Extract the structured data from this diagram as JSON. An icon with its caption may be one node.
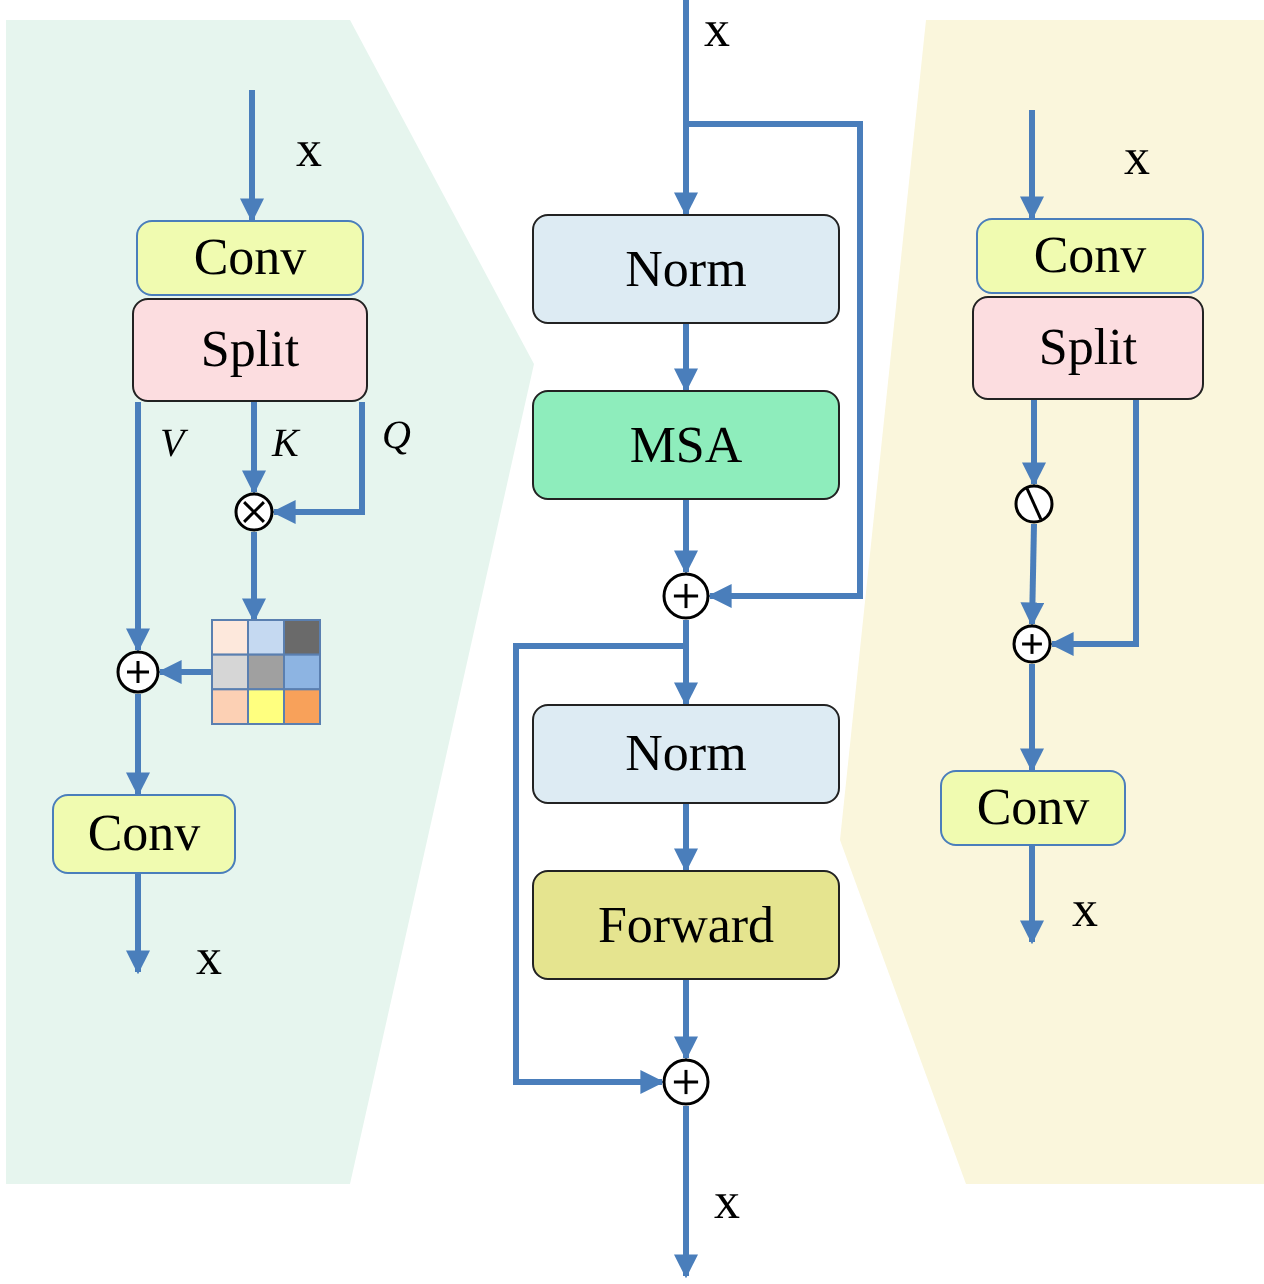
{
  "diagram": {
    "nodes": [
      {
        "text": [],
        "shape": "band"
      },
      {
        "text": [
          "Conv"
        ],
        "in": 0
      },
      {
        "text": [
          "Split"
        ],
        "in": 0
      },
      {
        "text": [],
        "shape": "circle",
        "in": 0
      },
      {
        "text": [],
        "shape": "grid",
        "in": 0
      },
      {
        "text": [],
        "shape": "circle",
        "in": 0
      },
      {
        "text": [
          "Conv"
        ],
        "in": 0
      },
      {
        "text": [
          "Norm"
        ]
      },
      {
        "text": [
          "MSA"
        ]
      },
      {
        "text": [],
        "shape": "circle"
      },
      {
        "text": [
          "Norm"
        ]
      },
      {
        "text": [
          "Forward"
        ]
      },
      {
        "text": [],
        "shape": "circle"
      },
      {
        "text": [],
        "shape": "band"
      },
      {
        "text": [
          "Conv"
        ],
        "in": 13
      },
      {
        "text": [
          "Split"
        ],
        "in": 13
      },
      {
        "text": [],
        "shape": "circle",
        "in": 13
      },
      {
        "text": [],
        "shape": "circle",
        "in": 13
      },
      {
        "text": [
          "Conv"
        ],
        "in": 13
      }
    ],
    "edges": [
      {
        "from": null,
        "to": 1,
        "arrow": "to"
      },
      {
        "from": 2,
        "to": 3,
        "arrow": "to",
        "label": "K"
      },
      {
        "from": 2,
        "to": 3,
        "arrow": "to",
        "label": "Q"
      },
      {
        "from": 3,
        "to": 4,
        "arrow": "to"
      },
      {
        "from": 2,
        "to": 5,
        "arrow": "to",
        "label": "V"
      },
      {
        "from": 4,
        "to": 5,
        "arrow": "to"
      },
      {
        "from": 5,
        "to": 6,
        "arrow": "to"
      },
      {
        "from": 6,
        "to": null,
        "arrow": "to"
      },
      {
        "from": null,
        "to": 7,
        "arrow": "to"
      },
      {
        "from": null,
        "to": 9,
        "arrow": "to"
      },
      {
        "from": 7,
        "to": 8,
        "arrow": "to"
      },
      {
        "from": 8,
        "to": 9,
        "arrow": "to"
      },
      {
        "from": 9,
        "to": 10,
        "arrow": "to"
      },
      {
        "from": 9,
        "to": 12,
        "arrow": "to"
      },
      {
        "from": 10,
        "to": 11,
        "arrow": "to"
      },
      {
        "from": 11,
        "to": 12,
        "arrow": "to"
      },
      {
        "from": 12,
        "to": null,
        "arrow": "to"
      },
      {
        "from": null,
        "to": 14,
        "arrow": "to"
      },
      {
        "from": 15,
        "to": 16,
        "arrow": "to"
      },
      {
        "from": 16,
        "to": 17,
        "arrow": "to"
      },
      {
        "from": 15,
        "to": 17,
        "arrow": "to"
      },
      {
        "from": 17,
        "to": 18,
        "arrow": "to"
      },
      {
        "from": 18,
        "to": null,
        "arrow": "to"
      }
    ],
    "labels": [
      "x",
      "x",
      "x",
      "x",
      "x",
      "x"
    ]
  }
}
